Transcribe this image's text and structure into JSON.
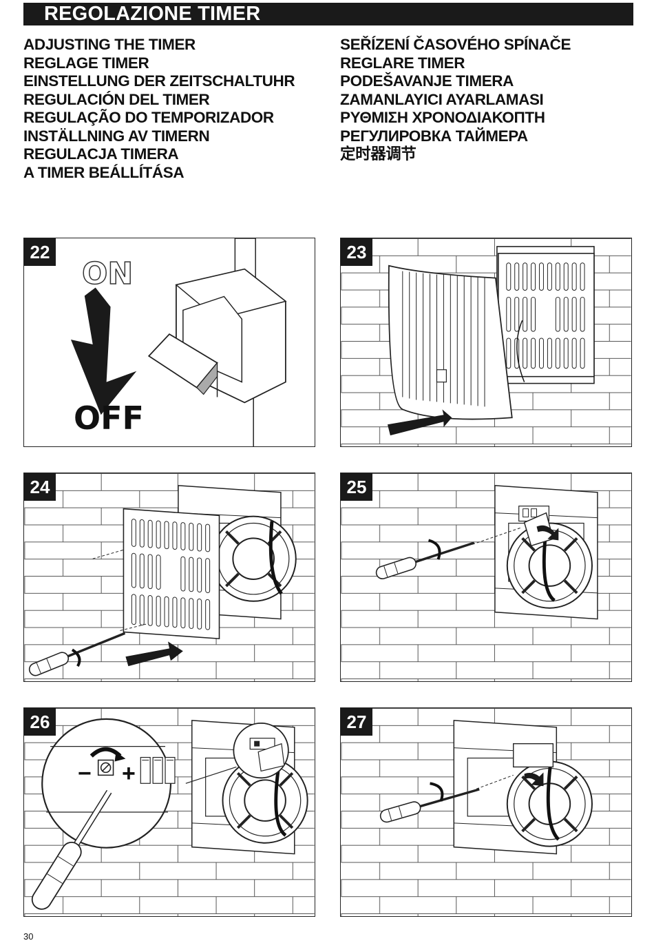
{
  "header": {
    "title": "REGOLAZIONE TIMER"
  },
  "languages": {
    "left": [
      "ADJUSTING THE TIMER",
      "REGLAGE TIMER",
      "EINSTELLUNG DER ZEITSCHALTUHR",
      "REGULACIÓN DEL TIMER",
      "REGULAÇÃO DO TEMPORIZADOR",
      "INSTÄLLNING AV TIMERN",
      "REGULACJA TIMERA",
      "A TIMER BEÁLLÍTÁSA"
    ],
    "right": [
      "SEŘÍZENÍ ČASOVÉHO SPÍNAČE",
      "REGLARE TIMER",
      "PODEŠAVANJE TIMERA",
      "ZAMANLAYICI AYARLAMASI",
      "ΡΥΘΜΙΣΗ ΧΡΟΝΟΔΙΑΚΟΠΤΗ",
      "РЕГУЛИРОВКА ТАЙМЕРА",
      "定时器调节"
    ]
  },
  "steps": [
    {
      "number": "22",
      "on_label": "ON",
      "off_label": "OFF"
    },
    {
      "number": "23"
    },
    {
      "number": "24"
    },
    {
      "number": "25"
    },
    {
      "number": "26",
      "minus_label": "−",
      "plus_label": "+"
    },
    {
      "number": "27"
    }
  ],
  "footer": {
    "page_number": "30"
  }
}
